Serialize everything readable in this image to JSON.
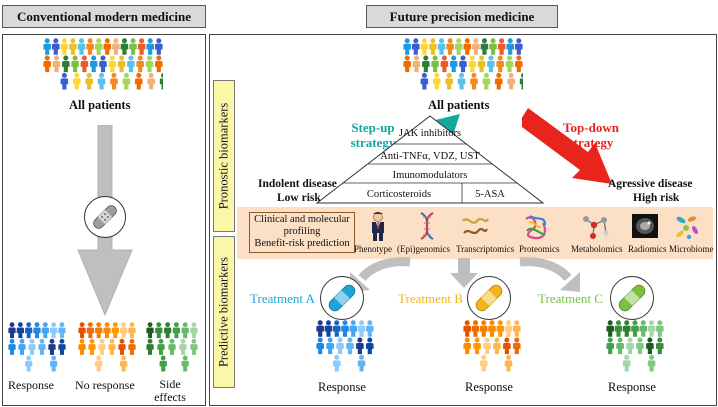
{
  "left_panel": {
    "title": "Conventional modern medicine",
    "all_patients": "All patients",
    "outcomes": [
      "Response",
      "No response",
      "Side effects"
    ]
  },
  "right_panel": {
    "title": "Future precision medicine",
    "all_patients": "All patients",
    "prognostic_label": "Pronostic biomarkers",
    "predictive_label": "Predictive biomarkers",
    "step_up": "Step-up strategy",
    "top_down": "Top-down strategy",
    "pyramid": {
      "top": "JAK inhibitors",
      "level2": "Anti-TNFα, VDZ, UST",
      "level3": "Imunomodulators",
      "base_left": "Corticosteroids",
      "base_right": "5-ASA"
    },
    "indolent": [
      "Indolent disease",
      "Low risk"
    ],
    "aggressive": [
      "Agressive disease",
      "High risk"
    ],
    "profiling_box": [
      "Clinical and molecular",
      "profiling",
      "Benefit-risk prediction"
    ],
    "omics": [
      "Phenotype",
      "(Epi)genomics",
      "Transcriptomics",
      "Proteomics",
      "Metabolomics",
      "Radiomics",
      "Microbiome"
    ],
    "treatments": [
      "Treatment A",
      "Treatment B",
      "Treatment C"
    ],
    "responses": [
      "Response",
      "Response",
      "Response"
    ]
  },
  "colors": {
    "header_bg": "#d9d9d9",
    "biomarker_label_bg": "#fbf7a8",
    "band_bg": "#fbe0c6",
    "step_up_arrow": "#14a89a",
    "top_down_arrow": "#e8241c",
    "treatment_a": "#1ea4dc",
    "treatment_b": "#f2b51b",
    "treatment_c": "#7ac143",
    "big_arrow": "#bfbfbf"
  }
}
